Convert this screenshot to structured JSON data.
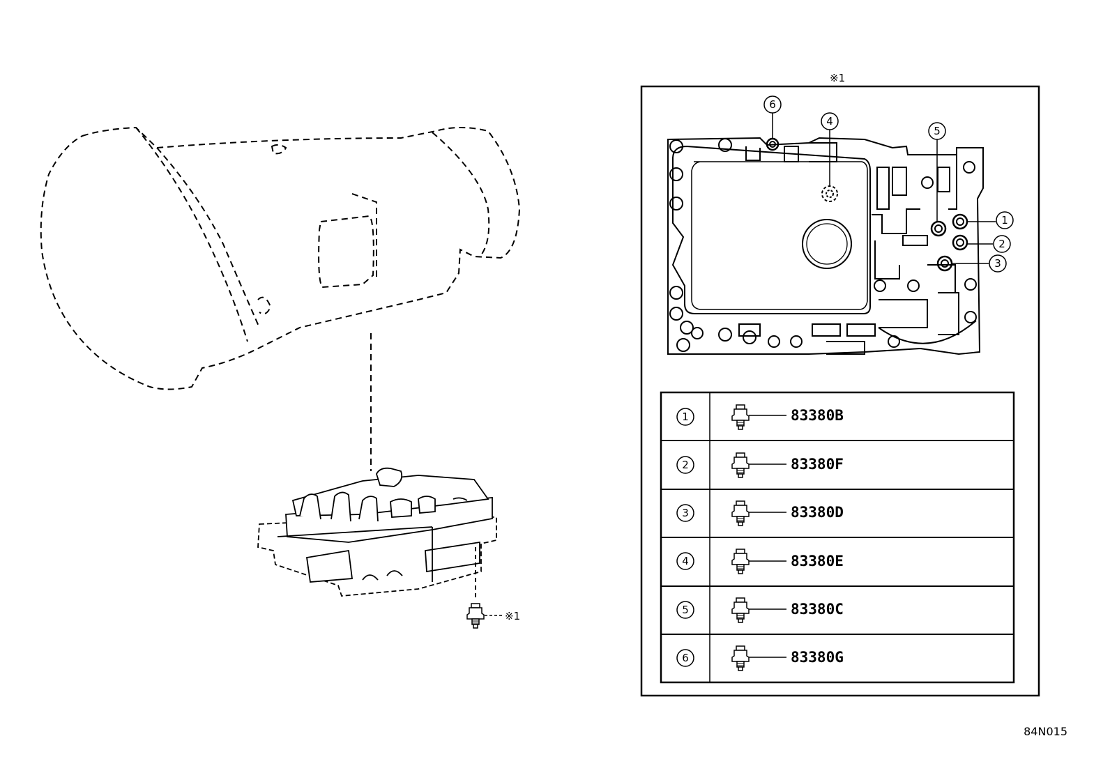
{
  "diagram": {
    "mark": "※1",
    "code": "84N015",
    "callouts": [
      "1",
      "2",
      "3",
      "4",
      "5",
      "6"
    ],
    "table": [
      {
        "num": "1",
        "part": "83380B"
      },
      {
        "num": "2",
        "part": "83380F"
      },
      {
        "num": "3",
        "part": "83380D"
      },
      {
        "num": "4",
        "part": "83380E"
      },
      {
        "num": "5",
        "part": "83380C"
      },
      {
        "num": "6",
        "part": "83380G"
      }
    ]
  }
}
